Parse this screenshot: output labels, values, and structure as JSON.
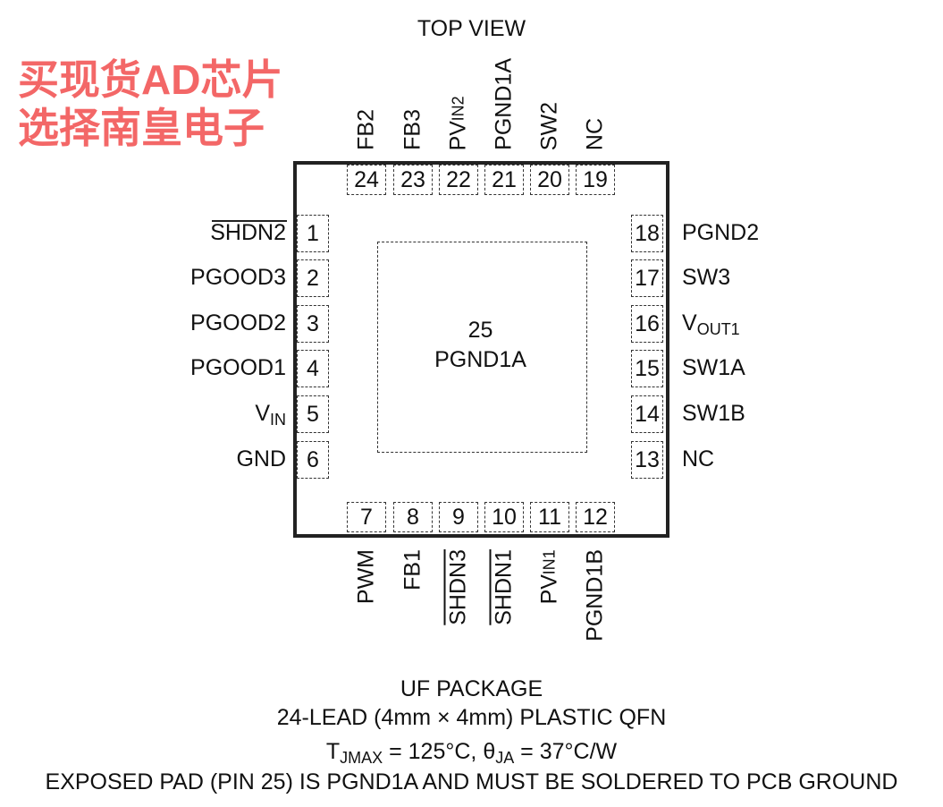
{
  "title": "TOP VIEW",
  "top_pins": [
    {
      "num": "24",
      "name": "FB2",
      "sub": ""
    },
    {
      "num": "23",
      "name": "FB3",
      "sub": ""
    },
    {
      "num": "22",
      "name": "PV",
      "sub": "IN2"
    },
    {
      "num": "21",
      "name": "PGND1A",
      "sub": ""
    },
    {
      "num": "20",
      "name": "SW2",
      "sub": ""
    },
    {
      "num": "19",
      "name": "NC",
      "sub": ""
    }
  ],
  "left_pins": [
    {
      "num": "1",
      "name": "SHDN2",
      "sub": ""
    },
    {
      "num": "2",
      "name": "PGOOD3",
      "sub": ""
    },
    {
      "num": "3",
      "name": "PGOOD2",
      "sub": ""
    },
    {
      "num": "4",
      "name": "PGOOD1",
      "sub": ""
    },
    {
      "num": "5",
      "name": "V",
      "sub": "IN"
    },
    {
      "num": "6",
      "name": "GND",
      "sub": ""
    }
  ],
  "right_pins": [
    {
      "num": "18",
      "name": "PGND2",
      "sub": ""
    },
    {
      "num": "17",
      "name": "SW3",
      "sub": ""
    },
    {
      "num": "16",
      "name": "V",
      "sub": "OUT1"
    },
    {
      "num": "15",
      "name": "SW1A",
      "sub": ""
    },
    {
      "num": "14",
      "name": "SW1B",
      "sub": ""
    },
    {
      "num": "13",
      "name": "NC",
      "sub": ""
    }
  ],
  "bottom_pins": [
    {
      "num": "7",
      "name": "PWM",
      "sub": ""
    },
    {
      "num": "8",
      "name": "FB1",
      "sub": ""
    },
    {
      "num": "9",
      "name": "SHDN3",
      "sub": ""
    },
    {
      "num": "10",
      "name": "SHDN1",
      "sub": ""
    },
    {
      "num": "11",
      "name": "PV",
      "sub": "IN1"
    },
    {
      "num": "12",
      "name": "PGND1B",
      "sub": ""
    }
  ],
  "exposed_pad": {
    "num": "25",
    "name": "PGND1A"
  },
  "package": {
    "line1": "UF PACKAGE",
    "line2": "24-LEAD (4mm × 4mm) PLASTIC QFN",
    "tj_T": "T",
    "tj_sub": "JMAX",
    "tj_rest": " = 125°C, ",
    "th_sym": "θ",
    "th_sub": "JA",
    "th_rest": " = 37°C/W",
    "line4": "EXPOSED PAD (PIN 25) IS PGND1A AND MUST BE SOLDERED TO PCB GROUND"
  },
  "watermark": "买现货AD芯片选择南皇电子"
}
